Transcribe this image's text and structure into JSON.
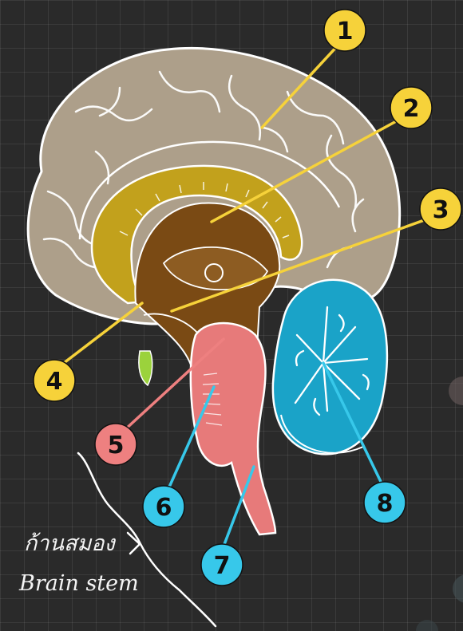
{
  "labels": {
    "l1": "1",
    "l2": "2",
    "l3": "3",
    "l4": "4",
    "l5": "5",
    "l6": "6",
    "l7": "7",
    "l8": "8"
  },
  "caption": {
    "thai": "ก้านสมอง",
    "english": "Brain stem"
  },
  "colors": {
    "background": "#2a2a2a",
    "cerebrum": "#ad9f8a",
    "corpus_callosum": "#c2a11c",
    "diencephalon": "#7a4a14",
    "pons": "#e77a7a",
    "cerebellum": "#1aa3c8",
    "badge_yellow": "#f6d23a",
    "badge_pink": "#ee8080",
    "badge_blue": "#37c8ea"
  }
}
